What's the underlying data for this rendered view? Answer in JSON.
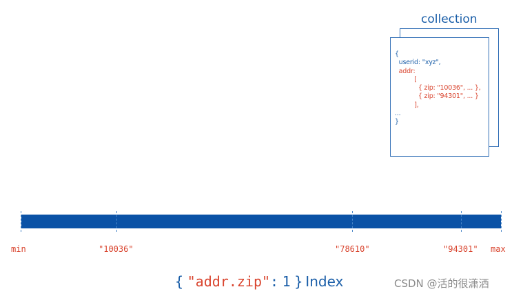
{
  "collection": {
    "title": "collection",
    "lines": [
      {
        "text": "{",
        "color": "blue"
      },
      {
        "text": "  userid: \"xyz\",",
        "color": "blue"
      },
      {
        "text": "  addr:",
        "color": "red"
      },
      {
        "text": "          [",
        "color": "red"
      },
      {
        "text": "            { zip: \"10036\", ... },",
        "color": "red"
      },
      {
        "text": "            { zip: \"94301\", ... }",
        "color": "red"
      },
      {
        "text": "          ],",
        "color": "red"
      },
      {
        "text": "...",
        "color": "blue"
      },
      {
        "text": "}",
        "color": "blue"
      }
    ]
  },
  "index_axis": {
    "ticks": [
      {
        "label": "min"
      },
      {
        "label": "\"10036\""
      },
      {
        "label": "\"78610\""
      },
      {
        "label": "\"94301\""
      },
      {
        "label": "max"
      }
    ]
  },
  "caption": {
    "open_brace": "{",
    "key": "\"addr.zip\"",
    "colon": ":",
    "value": "1",
    "close_brace": "}",
    "label": "Index"
  },
  "watermark": "CSDN @活的很潇洒",
  "colors": {
    "blue": "#1a5ea8",
    "red": "#d9442e",
    "bar": "#0b52a6"
  }
}
